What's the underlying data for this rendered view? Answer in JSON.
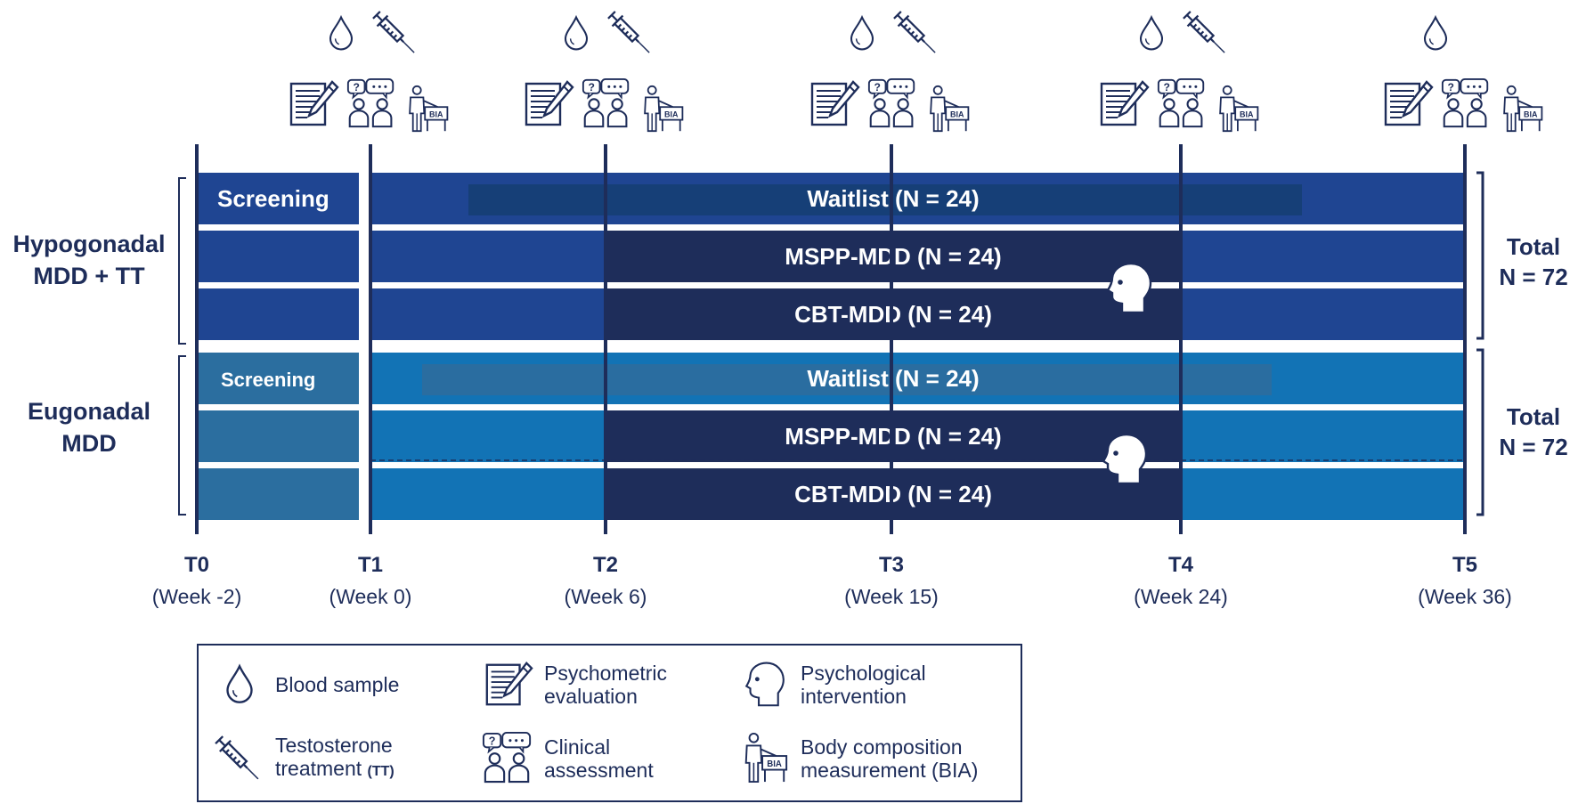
{
  "groups": {
    "hypogonadal": {
      "label_line1": "Hypogonadal",
      "label_line2": "MDD + TT",
      "screening": "Screening",
      "arms": [
        "Waitlist (N = 24)",
        "MSPP-MDD (N = 24)",
        "CBT-MDD (N = 24)"
      ],
      "total_line1": "Total",
      "total_line2": "N = 72"
    },
    "eugonadal": {
      "label_line1": "Eugonadal",
      "label_line2": "MDD",
      "screening": "Screening",
      "arms": [
        "Waitlist (N = 24)",
        "MSPP-MDD (N = 24)",
        "CBT-MDD (N = 24)"
      ],
      "total_line1": "Total",
      "total_line2": "N = 72"
    }
  },
  "timepoints": [
    {
      "name": "T0",
      "week": "(Week -2)"
    },
    {
      "name": "T1",
      "week": "(Week 0)"
    },
    {
      "name": "T2",
      "week": "(Week 6)"
    },
    {
      "name": "T3",
      "week": "(Week 15)"
    },
    {
      "name": "T4",
      "week": "(Week 24)"
    },
    {
      "name": "T5",
      "week": "(Week 36)"
    }
  ],
  "icons": {
    "blood": "blood-drop-icon",
    "syringe": "syringe-icon",
    "psychometric": "psychometric-evaluation-icon",
    "clinical": "clinical-assessment-icon",
    "bia": "bia-measurement-icon",
    "bia_text": "BIA",
    "psych_intervention": "psychological-intervention-icon"
  },
  "legend": {
    "blood": "Blood sample",
    "psychometric_line1": "Psychometric",
    "psychometric_line2": "evaluation",
    "psychological_line1": "Psychological",
    "psychological_line2": "intervention",
    "testosterone_line1": "Testosterone",
    "testosterone_line2": "treatment",
    "testosterone_abbr": "(TT)",
    "clinical_line1": "Clinical",
    "clinical_line2": "assessment",
    "body_line1": "Body composition",
    "body_line2": "measurement (BIA)"
  },
  "colors": {
    "navy": "#1e2d5a",
    "hypo_bar": "#1f4592",
    "hypo_waitlist_inner": "#163f77",
    "intervention": "#1e2d5a",
    "eu_bar": "#1273b5",
    "eu_screening": "#2b6e9f",
    "eu_waitlist_inner": "#2a6da0"
  }
}
